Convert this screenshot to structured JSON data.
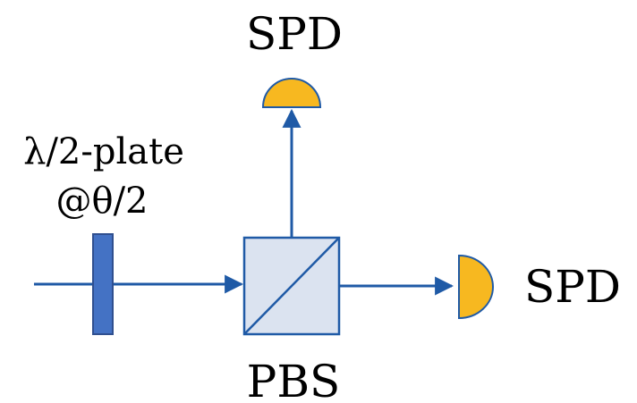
{
  "labels": {
    "top_detector": "SPD",
    "right_detector": "SPD",
    "beam_splitter": "PBS",
    "plate_line1": "λ/2-plate",
    "plate_line2": "@θ/2"
  },
  "colors": {
    "beam": "#1f5aa6",
    "waveplate": "#4472c4",
    "waveplate_edge": "#2f4f8f",
    "pbs_fill": "#dbe3f0",
    "pbs_edge": "#1f5aa6",
    "detector_fill": "#f7b820",
    "detector_edge": "#1f5aa6"
  }
}
